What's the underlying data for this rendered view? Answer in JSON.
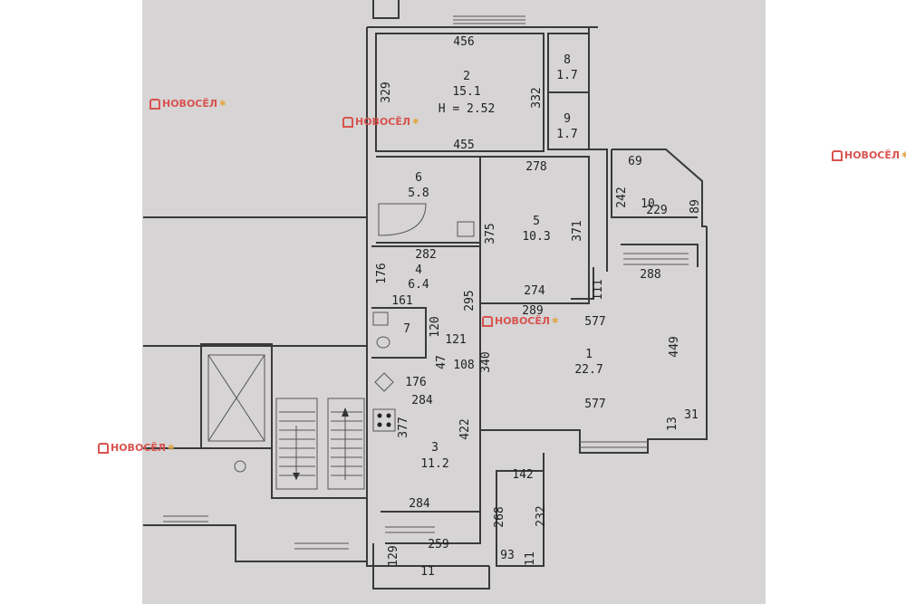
{
  "watermark": {
    "text": "НОВОСЁЛ",
    "star_glyph": "✱",
    "color": "#d9534f"
  },
  "rooms": {
    "r1": {
      "num": "1",
      "area": "22.7"
    },
    "r2": {
      "num": "2",
      "area": "15.1",
      "height": "H = 2.52"
    },
    "r3": {
      "num": "3",
      "area": "11.2"
    },
    "r4": {
      "num": "4",
      "area": "6.4"
    },
    "r5": {
      "num": "5",
      "area": "10.3"
    },
    "r6": {
      "num": "6",
      "area": "5.8"
    },
    "r7": {
      "num": "7"
    },
    "r8": {
      "num": "8",
      "area": "1.7"
    },
    "r9": {
      "num": "9",
      "area": "1.7"
    },
    "r10": {
      "num": "10"
    },
    "r11": {
      "num": "11"
    }
  },
  "dims": {
    "d456": "456",
    "d329": "329",
    "d332": "332",
    "d455": "455",
    "d278": "278",
    "d69": "69",
    "d242": "242",
    "d229": "229",
    "d89": "89",
    "d288": "288",
    "d282": "282",
    "d375": "375",
    "d371": "371",
    "d176a": "176",
    "d161": "161",
    "d295": "295",
    "d274": "274",
    "d111": "111",
    "d289": "289",
    "d577a": "577",
    "d120": "120",
    "d121": "121",
    "d47": "47",
    "d108": "108",
    "d340": "340",
    "d449": "449",
    "d176b": "176",
    "d284a": "284",
    "d577b": "577",
    "d13": "13",
    "d31": "31",
    "d377": "377",
    "d422": "422",
    "d142": "142",
    "d268": "268",
    "d232": "232",
    "d284b": "284",
    "d259": "259",
    "d93": "93",
    "d11": "11",
    "d129": "129"
  }
}
